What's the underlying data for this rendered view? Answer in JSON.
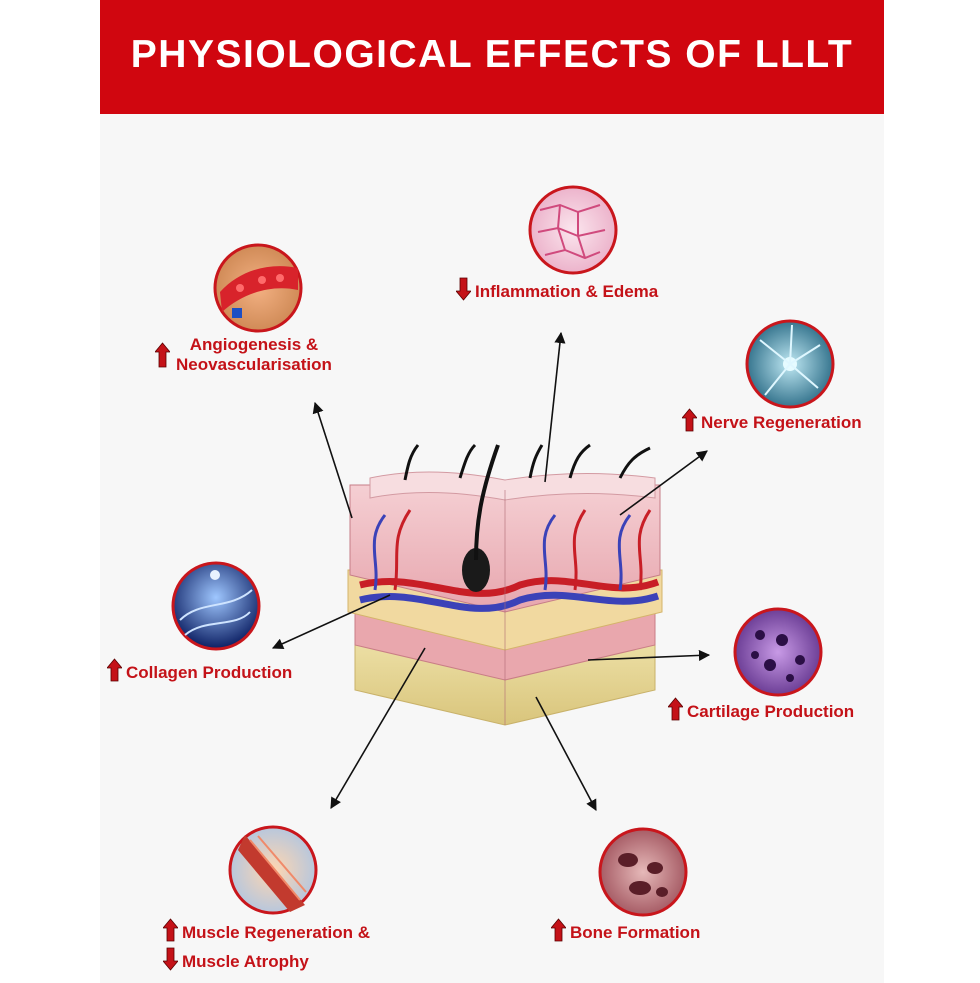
{
  "title": "PHYSIOLOGICAL EFFECTS OF LLLT",
  "colors": {
    "banner": "#d0060f",
    "label": "#c41218",
    "arrow_icon": "#c41218"
  },
  "effects": [
    {
      "id": "inflammation",
      "direction": "down",
      "label": "Inflammation & Edema",
      "icon": "plant-cells-icon"
    },
    {
      "id": "angiogenesis",
      "direction": "up",
      "label_line1": "Angiogenesis &",
      "label_line2": "Neovascularisation",
      "icon": "blood-vessel-icon"
    },
    {
      "id": "nerve",
      "direction": "up",
      "label": "Nerve Regeneration",
      "icon": "neuron-icon"
    },
    {
      "id": "collagen",
      "direction": "up",
      "label": "Collagen Production",
      "icon": "collagen-fiber-icon"
    },
    {
      "id": "cartilage",
      "direction": "up",
      "label": "Cartilage Production",
      "icon": "cartilage-cells-icon"
    },
    {
      "id": "muscle",
      "direction_line1": "up",
      "direction_line2": "down",
      "label_line1": "Muscle Regeneration &",
      "label_line2": "Muscle Atrophy",
      "icon": "muscle-fiber-icon"
    },
    {
      "id": "bone",
      "direction": "up",
      "label": "Bone Formation",
      "icon": "bone-tissue-icon"
    }
  ]
}
